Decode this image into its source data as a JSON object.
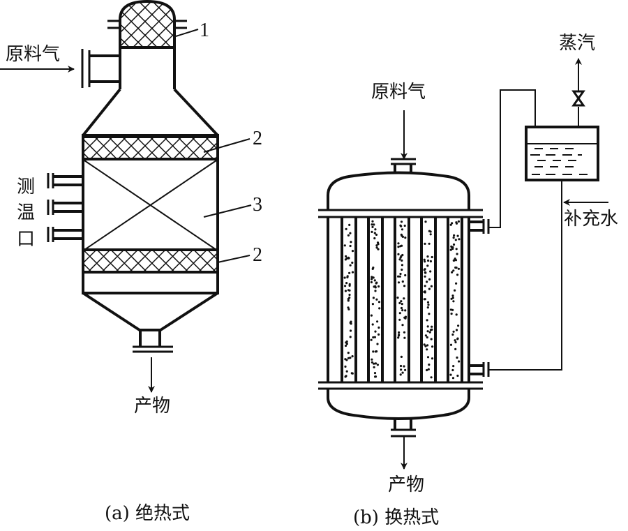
{
  "diagram": {
    "type": "fixed-bed reactor schematics",
    "colors": {
      "ink": "#111111",
      "background": "#ffffff"
    },
    "panel_a": {
      "caption": "(a) 绝热式",
      "feed_label": "原料气",
      "product_label": "产物",
      "temp_port_label_chars": [
        "测",
        "温",
        "口"
      ],
      "callouts": [
        {
          "id": "1",
          "label": "1",
          "refers_to": "top packed distributor (dome)"
        },
        {
          "id": "2a",
          "label": "2",
          "refers_to": "upper grid/support layer"
        },
        {
          "id": "3",
          "label": "3",
          "refers_to": "catalyst bed"
        },
        {
          "id": "2b",
          "label": "2",
          "refers_to": "lower grid/support layer"
        }
      ],
      "temperature_ports": 3
    },
    "panel_b": {
      "caption": "(b) 换热式",
      "feed_label": "原料气",
      "product_label": "产物",
      "steam_label": "蒸汽",
      "makeup_water_label": "补充水",
      "tube_count": 5,
      "has_steam_drum": true,
      "has_valve": true
    }
  }
}
